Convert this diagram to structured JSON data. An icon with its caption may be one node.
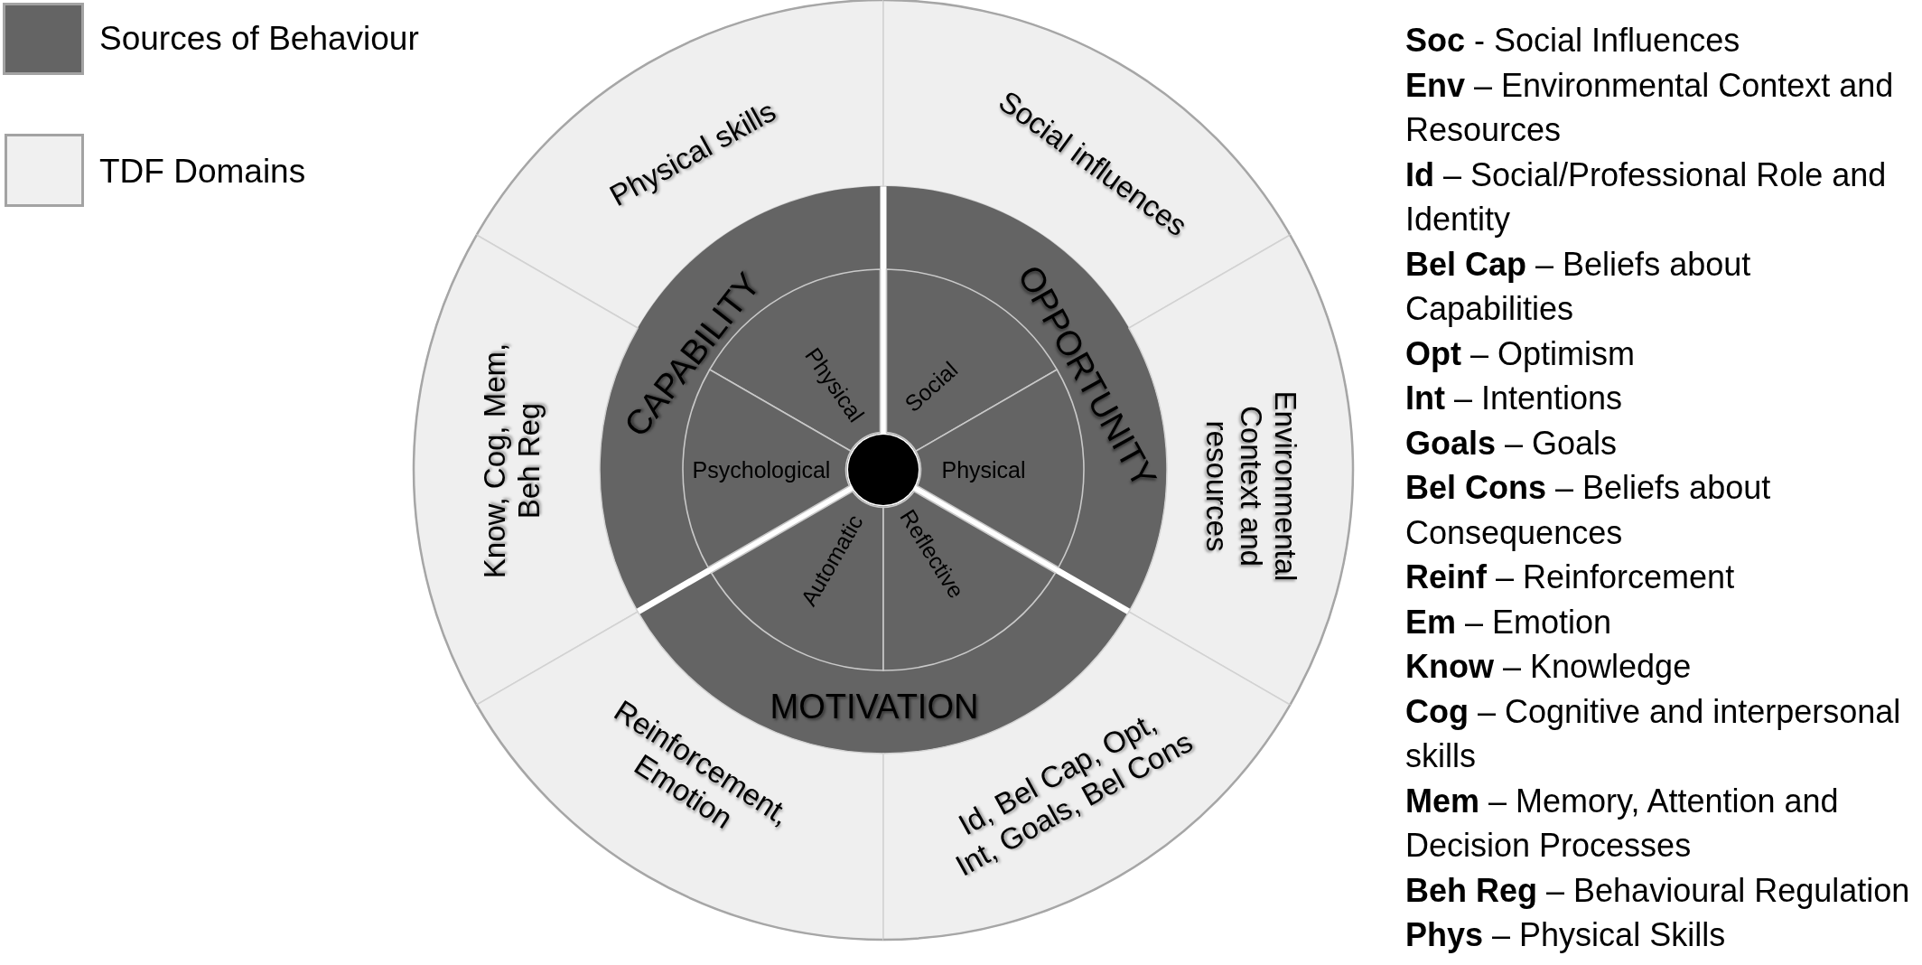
{
  "diagram": {
    "nodes": [
      {
        "text": [
          "Physical skills"
        ]
      },
      {
        "text": [
          "Social influences"
        ]
      },
      {
        "text": [
          "CAPABILITY"
        ]
      },
      {
        "text": [
          "Physical"
        ],
        "in": 2
      },
      {
        "text": [
          "Psychological"
        ],
        "in": 2
      },
      {
        "text": [
          "OPPORTUNITY"
        ]
      },
      {
        "text": [
          "Social"
        ],
        "in": 5
      },
      {
        "text": [
          "Physical"
        ],
        "in": 5
      },
      {
        "text": [
          "Know, Cog, Mem, Beh Reg"
        ]
      },
      {
        "text": [
          "Environmental Context and resources"
        ]
      },
      {
        "text": [
          "MOTIVATION"
        ]
      },
      {
        "text": [
          "Automatic"
        ],
        "in": 10
      },
      {
        "text": [
          "Reflective"
        ],
        "in": 10
      },
      {
        "text": [
          "Reinforcement, Emotion"
        ]
      },
      {
        "text": [
          "Id, Bel Cap, Opt, Int, Goals, Bel Cons"
        ]
      },
      {
        "text": [],
        "shape": "circle"
      }
    ],
    "edges": [],
    "labels": [
      "**Soc** - Social Influences",
      "**Env** – Environmental Context and Resources",
      "**Id** – Social/Professional Role and Identity",
      "**Bel Cap** – Beliefs about Capabilities",
      "**Opt** – Optimism",
      "**Int** – Intentions",
      "**Goals** – Goals",
      "**Bel Cons** – Beliefs about Consequences",
      "**Reinf** – Reinforcement",
      "**Em** – Emotion",
      "**Know** – Knowledge",
      "**Cog** – Cognitive and interpersonal skills",
      "**Mem** – Memory, Attention and Decision Processes",
      "**Beh Reg** – Behavioural Regulation",
      "**Phys** – Physical Skills"
    ],
    "legend": [
      {
        "text": "Sources of Behaviour",
        "color": "#646464"
      },
      {
        "text": "TDF Domains",
        "color": "#f0f0f0"
      }
    ]
  }
}
